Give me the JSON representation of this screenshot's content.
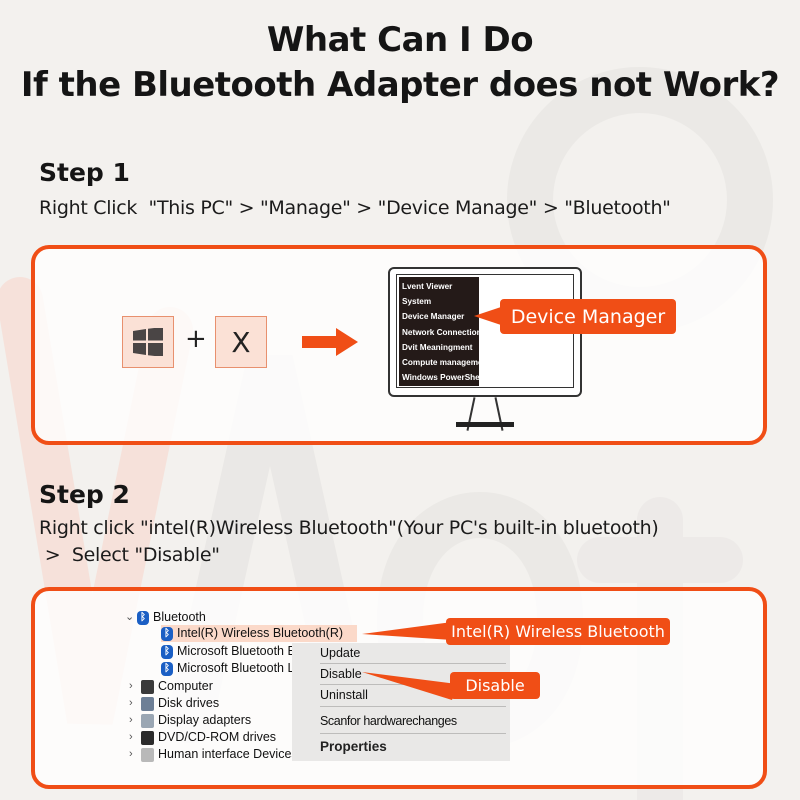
{
  "title": {
    "line1": "What Can I Do",
    "line2": "If the Bluetooth Adapter does not Work?"
  },
  "watermark": "VAORLO",
  "colors": {
    "accent": "#f04e16",
    "background": "#f3f1ee",
    "key_fill": "#fbe1d6",
    "highlight": "#fbd9c9",
    "bluetooth": "#1b5fc4"
  },
  "step1": {
    "heading": "Step 1",
    "description": "Right Click  \"This PC\" > \"Manage\" > \"Device Manage\" > \"Bluetooth\"",
    "keys": {
      "win_icon": "windows-logo-icon",
      "plus": "+",
      "x_key": "X"
    },
    "arrow_icon": "arrow-right-icon",
    "menu_items": [
      "Lvent  Viewer",
      "System",
      "Device Manager",
      "Network Connections",
      "Dvit Meaningment",
      "Compute management",
      "Windows PowerShell"
    ],
    "callout": "Device Manager"
  },
  "step2": {
    "heading": "Step 2",
    "description_line1": "Right click \"intel(R)Wireless Bluetooth\"(Your PC's built-in bluetooth)",
    "description_line2": " >  Select \"Disable\"",
    "tree": {
      "category": "Bluetooth",
      "children": [
        "Intel(R) Wireless Bluetooth(R)",
        "Microsoft Bluetooth E",
        "Microsoft Bluetooth L"
      ],
      "others": [
        {
          "label": "Computer",
          "icon": "computer-icon"
        },
        {
          "label": "Disk drives",
          "icon": "disk-drive-icon"
        },
        {
          "label": "Display adapters",
          "icon": "display-adapter-icon"
        },
        {
          "label": "DVD/CD-ROM drives",
          "icon": "dvd-drive-icon"
        },
        {
          "label": "Human interface Devices",
          "icon": "hid-icon"
        }
      ]
    },
    "context_menu": [
      "Update",
      "Disable",
      "Uninstall",
      "Scanfor hardwarechanges",
      "Properties"
    ],
    "callout_device": "Intel(R) Wireless Bluetooth",
    "callout_action": "Disable"
  }
}
